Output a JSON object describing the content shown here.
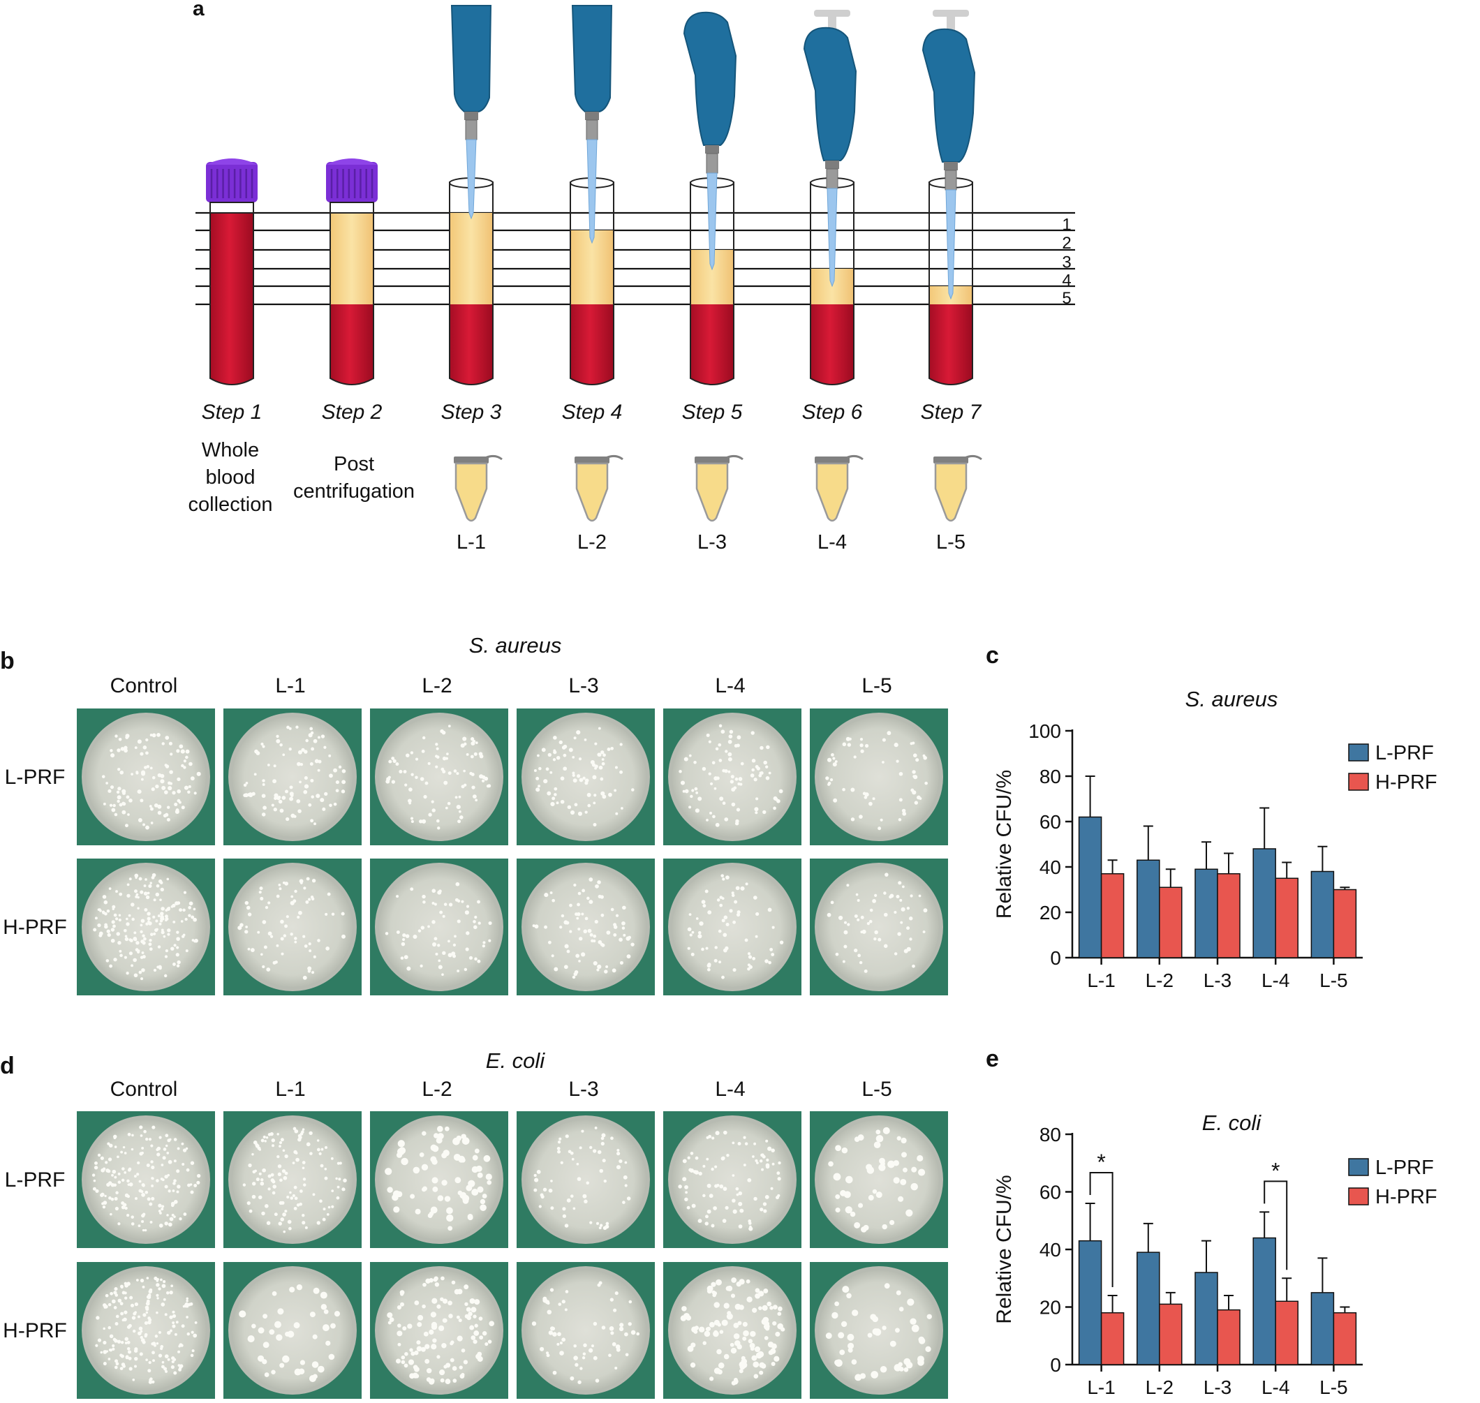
{
  "panel_labels": {
    "a": "a",
    "b": "b",
    "c": "c",
    "d": "d",
    "e": "e"
  },
  "panel_a": {
    "layer_numbers": [
      "1",
      "2",
      "3",
      "4",
      "5"
    ],
    "steps": [
      "Step 1",
      "Step 2",
      "Step 3",
      "Step 4",
      "Step 5",
      "Step 6",
      "Step 7"
    ],
    "step1_desc": [
      "Whole",
      "blood",
      "collection"
    ],
    "step2_desc": [
      "Post",
      "centrifugation"
    ],
    "tube_labels": [
      "L-1",
      "L-2",
      "L-3",
      "L-4",
      "L-5"
    ]
  },
  "panel_b": {
    "title": "S. aureus",
    "columns": [
      "Control",
      "L-1",
      "L-2",
      "L-3",
      "L-4",
      "L-5"
    ],
    "rows": [
      "L-PRF",
      "H-PRF"
    ]
  },
  "panel_d": {
    "title": "E. coli",
    "columns": [
      "Control",
      "L-1",
      "L-2",
      "L-3",
      "L-4",
      "L-5"
    ],
    "rows": [
      "L-PRF",
      "H-PRF"
    ]
  },
  "colors": {
    "l_prf": "#3f76a0",
    "h_prf": "#e8564f",
    "blood": "#c8102e",
    "plasma": "#f5d27e",
    "cap": "#7b2fd6",
    "pipette": "#1f6f9e"
  },
  "chart_data": [
    {
      "type": "bar",
      "title": "S. aureus",
      "ylabel": "Relative CFU/%",
      "xlabel": "",
      "categories": [
        "L-1",
        "L-2",
        "L-3",
        "L-4",
        "L-5"
      ],
      "ylim": [
        0,
        100
      ],
      "yticks": [
        0,
        20,
        40,
        60,
        80,
        100
      ],
      "legend_position": "top-right",
      "series": [
        {
          "name": "L-PRF",
          "values": [
            62,
            43,
            39,
            48,
            38
          ],
          "errors": [
            18,
            15,
            12,
            18,
            11
          ]
        },
        {
          "name": "H-PRF",
          "values": [
            37,
            31,
            37,
            35,
            30
          ],
          "errors": [
            6,
            8,
            9,
            7,
            1
          ]
        }
      ],
      "significance": []
    },
    {
      "type": "bar",
      "title": "E. coli",
      "ylabel": "Relative CFU/%",
      "xlabel": "",
      "categories": [
        "L-1",
        "L-2",
        "L-3",
        "L-4",
        "L-5"
      ],
      "ylim": [
        0,
        80
      ],
      "yticks": [
        0,
        20,
        40,
        60,
        80
      ],
      "legend_position": "top-right",
      "series": [
        {
          "name": "L-PRF",
          "values": [
            43,
            39,
            32,
            44,
            25
          ],
          "errors": [
            13,
            10,
            11,
            9,
            12
          ]
        },
        {
          "name": "H-PRF",
          "values": [
            18,
            21,
            19,
            22,
            18
          ],
          "errors": [
            6,
            4,
            5,
            8,
            2
          ]
        }
      ],
      "significance": [
        {
          "category": "L-1",
          "label": "*"
        },
        {
          "category": "L-4",
          "label": "*"
        }
      ]
    }
  ]
}
